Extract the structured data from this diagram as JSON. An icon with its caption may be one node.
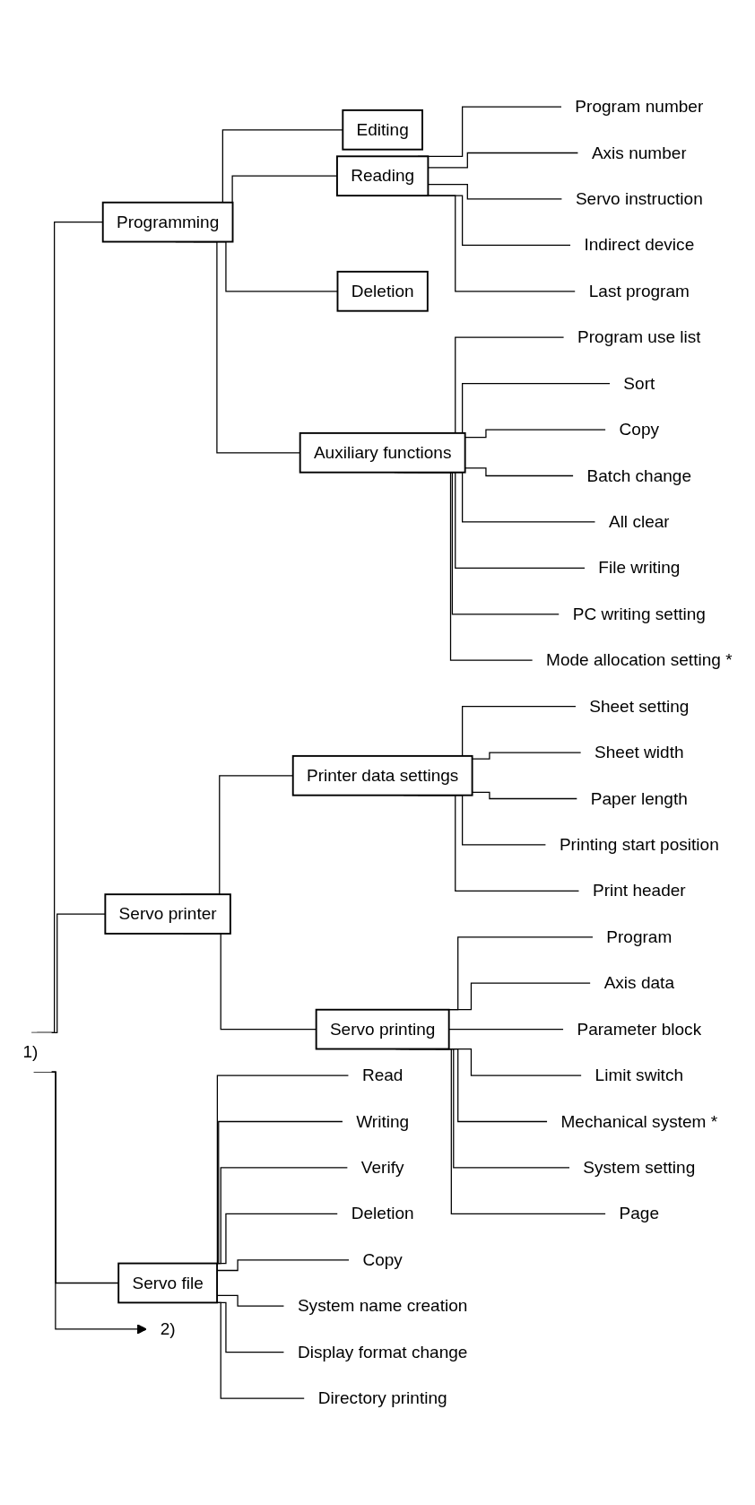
{
  "diagram": {
    "nodes": [
      {
        "text": [
          "1)"
        ]
      },
      {
        "text": [
          "Programming"
        ]
      },
      {
        "text": [
          "Editing"
        ]
      },
      {
        "text": [
          "Reading"
        ]
      },
      {
        "text": [
          "Program number"
        ]
      },
      {
        "text": [
          "Axis number"
        ]
      },
      {
        "text": [
          "Servo instruction"
        ]
      },
      {
        "text": [
          "Indirect device"
        ]
      },
      {
        "text": [
          "Last program"
        ]
      },
      {
        "text": [
          "Deletion"
        ]
      },
      {
        "text": [
          "Auxiliary functions"
        ]
      },
      {
        "text": [
          "Program use list"
        ]
      },
      {
        "text": [
          "Sort"
        ]
      },
      {
        "text": [
          "Copy"
        ]
      },
      {
        "text": [
          "Batch change"
        ]
      },
      {
        "text": [
          "All clear"
        ]
      },
      {
        "text": [
          "File writing"
        ]
      },
      {
        "text": [
          "PC writing setting"
        ]
      },
      {
        "text": [
          "Mode allocation setting *"
        ]
      },
      {
        "text": [
          "Servo printer"
        ]
      },
      {
        "text": [
          "Printer data settings"
        ]
      },
      {
        "text": [
          "Sheet setting"
        ]
      },
      {
        "text": [
          "Sheet width"
        ]
      },
      {
        "text": [
          "Paper length"
        ]
      },
      {
        "text": [
          "Printing start position"
        ]
      },
      {
        "text": [
          "Print header"
        ]
      },
      {
        "text": [
          "Servo printing"
        ]
      },
      {
        "text": [
          "Program"
        ]
      },
      {
        "text": [
          "Axis data"
        ]
      },
      {
        "text": [
          "Parameter block"
        ]
      },
      {
        "text": [
          "Limit switch"
        ]
      },
      {
        "text": [
          "Mechanical system *"
        ]
      },
      {
        "text": [
          "System setting"
        ]
      },
      {
        "text": [
          "Page"
        ]
      },
      {
        "text": [
          "Servo file"
        ]
      },
      {
        "text": [
          "Read"
        ]
      },
      {
        "text": [
          "Writing"
        ]
      },
      {
        "text": [
          "Verify"
        ]
      },
      {
        "text": [
          "Deletion"
        ]
      },
      {
        "text": [
          "Copy"
        ]
      },
      {
        "text": [
          "System name creation"
        ]
      },
      {
        "text": [
          "Display format change"
        ]
      },
      {
        "text": [
          "Directory printing"
        ]
      },
      {
        "text": [
          "2)"
        ]
      }
    ],
    "edges": [
      {
        "from": 0,
        "to": 43,
        "arrow": "to"
      },
      {
        "from": 0,
        "to": 1,
        "arrow": "none"
      },
      {
        "from": 0,
        "to": 19,
        "arrow": "none"
      },
      {
        "from": 0,
        "to": 34,
        "arrow": "none"
      },
      {
        "from": 1,
        "to": 2,
        "arrow": "none"
      },
      {
        "from": 1,
        "to": 3,
        "arrow": "none"
      },
      {
        "from": 1,
        "to": 9,
        "arrow": "none"
      },
      {
        "from": 1,
        "to": 10,
        "arrow": "none"
      },
      {
        "from": 3,
        "to": 4,
        "arrow": "none"
      },
      {
        "from": 3,
        "to": 5,
        "arrow": "none"
      },
      {
        "from": 3,
        "to": 6,
        "arrow": "none"
      },
      {
        "from": 3,
        "to": 7,
        "arrow": "none"
      },
      {
        "from": 3,
        "to": 8,
        "arrow": "none"
      },
      {
        "from": 10,
        "to": 11,
        "arrow": "none"
      },
      {
        "from": 10,
        "to": 12,
        "arrow": "none"
      },
      {
        "from": 10,
        "to": 13,
        "arrow": "none"
      },
      {
        "from": 10,
        "to": 14,
        "arrow": "none"
      },
      {
        "from": 10,
        "to": 15,
        "arrow": "none"
      },
      {
        "from": 10,
        "to": 16,
        "arrow": "none"
      },
      {
        "from": 10,
        "to": 17,
        "arrow": "none"
      },
      {
        "from": 10,
        "to": 18,
        "arrow": "none"
      },
      {
        "from": 19,
        "to": 20,
        "arrow": "none"
      },
      {
        "from": 19,
        "to": 26,
        "arrow": "none"
      },
      {
        "from": 20,
        "to": 21,
        "arrow": "none"
      },
      {
        "from": 20,
        "to": 22,
        "arrow": "none"
      },
      {
        "from": 20,
        "to": 23,
        "arrow": "none"
      },
      {
        "from": 20,
        "to": 24,
        "arrow": "none"
      },
      {
        "from": 20,
        "to": 25,
        "arrow": "none"
      },
      {
        "from": 26,
        "to": 27,
        "arrow": "none"
      },
      {
        "from": 26,
        "to": 28,
        "arrow": "none"
      },
      {
        "from": 26,
        "to": 29,
        "arrow": "none"
      },
      {
        "from": 26,
        "to": 30,
        "arrow": "none"
      },
      {
        "from": 26,
        "to": 31,
        "arrow": "none"
      },
      {
        "from": 26,
        "to": 32,
        "arrow": "none"
      },
      {
        "from": 26,
        "to": 33,
        "arrow": "none"
      },
      {
        "from": 34,
        "to": 35,
        "arrow": "none"
      },
      {
        "from": 34,
        "to": 36,
        "arrow": "none"
      },
      {
        "from": 34,
        "to": 37,
        "arrow": "none"
      },
      {
        "from": 34,
        "to": 38,
        "arrow": "none"
      },
      {
        "from": 34,
        "to": 39,
        "arrow": "none"
      },
      {
        "from": 34,
        "to": 40,
        "arrow": "none"
      },
      {
        "from": 34,
        "to": 41,
        "arrow": "none"
      },
      {
        "from": 34,
        "to": 42,
        "arrow": "none"
      }
    ]
  }
}
